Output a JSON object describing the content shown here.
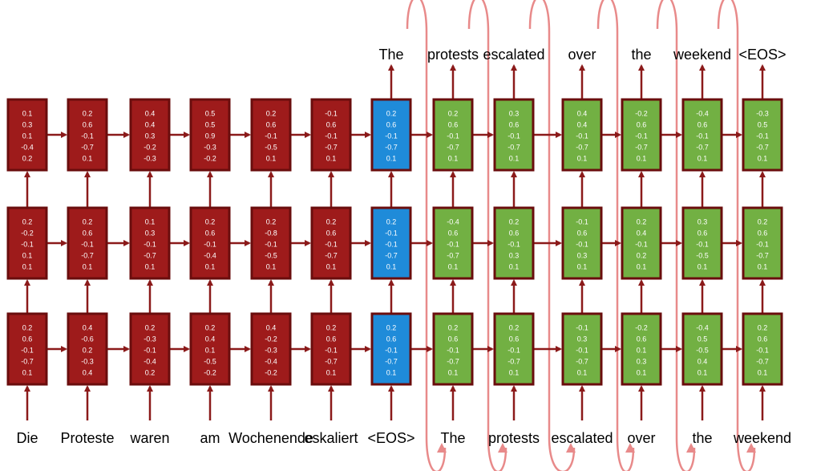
{
  "source_words": [
    "Die",
    "Proteste",
    "waren",
    "am",
    "Wochenende",
    "eskaliert",
    "<EOS>"
  ],
  "decoder_input_words": [
    "The",
    "protests",
    "escalated",
    "over",
    "the",
    "weekend"
  ],
  "output_words": [
    "The",
    "protests",
    "escalated",
    "over",
    "the",
    "weekend",
    "<EOS>"
  ],
  "colors": {
    "encoder": "#9e1b1b",
    "encoder_border": "#6a0d0d",
    "eos_cell": "#1f8bd9",
    "decoder": "#72b043",
    "arrow": "#8b1a1a",
    "feedback": "#e88a8a"
  },
  "columns": [
    {
      "role": "encoder",
      "layers": [
        [
          "0.1",
          "0.3",
          "0.1",
          "-0.4",
          "0.2"
        ],
        [
          "0.2",
          "-0.2",
          "-0.1",
          "0.1",
          "0.1"
        ],
        [
          "0.2",
          "0.6",
          "-0.1",
          "-0.7",
          "0.1"
        ]
      ]
    },
    {
      "role": "encoder",
      "layers": [
        [
          "0.2",
          "0.6",
          "-0.1",
          "-0.7",
          "0.1"
        ],
        [
          "0.2",
          "0.6",
          "-0.1",
          "-0.7",
          "0.1"
        ],
        [
          "0.4",
          "-0.6",
          "0.2",
          "-0.3",
          "0.4"
        ]
      ]
    },
    {
      "role": "encoder",
      "layers": [
        [
          "0.4",
          "0.4",
          "0.3",
          "-0.2",
          "-0.3"
        ],
        [
          "0.1",
          "0.3",
          "-0.1",
          "-0.7",
          "0.1"
        ],
        [
          "0.2",
          "-0.3",
          "-0.1",
          "-0.4",
          "0.2"
        ]
      ]
    },
    {
      "role": "encoder",
      "layers": [
        [
          "0.5",
          "0.5",
          "0.9",
          "-0.3",
          "-0.2"
        ],
        [
          "0.2",
          "0.6",
          "-0.1",
          "-0.4",
          "0.1"
        ],
        [
          "0.2",
          "0.4",
          "0.1",
          "-0.5",
          "-0.2"
        ]
      ]
    },
    {
      "role": "encoder",
      "layers": [
        [
          "0.2",
          "0.6",
          "-0.1",
          "-0.5",
          "0.1"
        ],
        [
          "0.2",
          "-0.8",
          "-0.1",
          "-0.5",
          "0.1"
        ],
        [
          "0.4",
          "-0.2",
          "-0.3",
          "-0.4",
          "-0.2"
        ]
      ]
    },
    {
      "role": "encoder",
      "layers": [
        [
          "-0.1",
          "0.6",
          "-0.1",
          "-0.7",
          "0.1"
        ],
        [
          "0.2",
          "0.6",
          "-0.1",
          "-0.7",
          "0.1"
        ],
        [
          "0.2",
          "0.6",
          "-0.1",
          "-0.7",
          "0.1"
        ]
      ]
    },
    {
      "role": "eos",
      "layers": [
        [
          "0.2",
          "0.6",
          "-0.1",
          "-0.7",
          "0.1"
        ],
        [
          "0.2",
          "-0.1",
          "-0.1",
          "-0.7",
          "0.1"
        ],
        [
          "0.2",
          "0.6",
          "-0.1",
          "-0.7",
          "0.1"
        ]
      ]
    },
    {
      "role": "decoder",
      "layers": [
        [
          "0.2",
          "0.6",
          "-0.1",
          "-0.7",
          "0.1"
        ],
        [
          "-0.4",
          "0.6",
          "-0.1",
          "-0.7",
          "0.1"
        ],
        [
          "0.2",
          "0.6",
          "-0.1",
          "-0.7",
          "0.1"
        ]
      ]
    },
    {
      "role": "decoder",
      "layers": [
        [
          "0.3",
          "0.6",
          "-0.1",
          "-0.7",
          "0.1"
        ],
        [
          "0.2",
          "0.6",
          "-0.1",
          "0.3",
          "0.1"
        ],
        [
          "0.2",
          "0.6",
          "-0.1",
          "-0.7",
          "0.1"
        ]
      ]
    },
    {
      "role": "decoder",
      "layers": [
        [
          "0.4",
          "0.4",
          "-0.1",
          "-0.7",
          "0.1"
        ],
        [
          "-0.1",
          "0.6",
          "-0.1",
          "0.3",
          "0.1"
        ],
        [
          "-0.1",
          "0.3",
          "-0.1",
          "-0.7",
          "0.1"
        ]
      ]
    },
    {
      "role": "decoder",
      "layers": [
        [
          "-0.2",
          "0.6",
          "-0.1",
          "-0.7",
          "0.1"
        ],
        [
          "0.2",
          "0.4",
          "-0.1",
          "0.2",
          "0.1"
        ],
        [
          "-0.2",
          "0.6",
          "0.1",
          "0.3",
          "0.1"
        ]
      ]
    },
    {
      "role": "decoder",
      "layers": [
        [
          "-0.4",
          "0.6",
          "-0.1",
          "-0.7",
          "0.1"
        ],
        [
          "0.3",
          "0.6",
          "-0.1",
          "-0.5",
          "0.1"
        ],
        [
          "-0.4",
          "0.5",
          "-0.5",
          "0.4",
          "0.1"
        ]
      ]
    },
    {
      "role": "decoder",
      "layers": [
        [
          "-0.3",
          "0.5",
          "-0.1",
          "-0.7",
          "0.1"
        ],
        [
          "0.2",
          "0.6",
          "-0.1",
          "-0.7",
          "0.1"
        ],
        [
          "0.2",
          "0.6",
          "-0.1",
          "-0.7",
          "0.1"
        ]
      ]
    }
  ]
}
